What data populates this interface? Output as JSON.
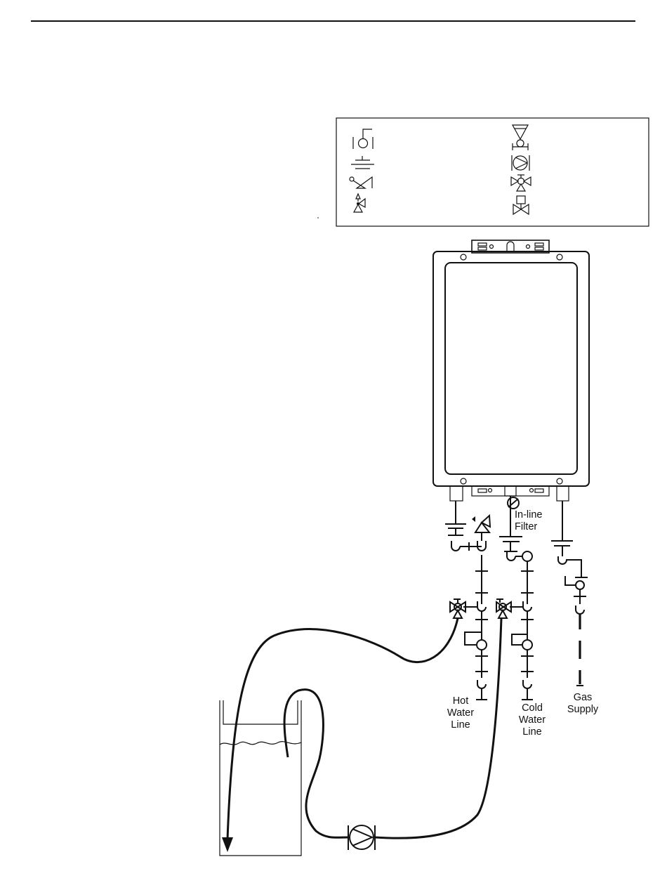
{
  "labels": {
    "inline_filter": [
      "In-line",
      "Filter"
    ],
    "hot_water_line": [
      "Hot",
      "Water",
      "Line"
    ],
    "cold_water_line": [
      "Cold",
      "Water",
      "Line"
    ],
    "gas_supply": [
      "Gas",
      "Supply"
    ]
  },
  "legend": {
    "symbols": [
      "check-valve",
      "union",
      "pressure-relief-valve",
      "relief-valve",
      "drain-valve",
      "pump",
      "isolation-valve",
      "solenoid-valve"
    ]
  }
}
